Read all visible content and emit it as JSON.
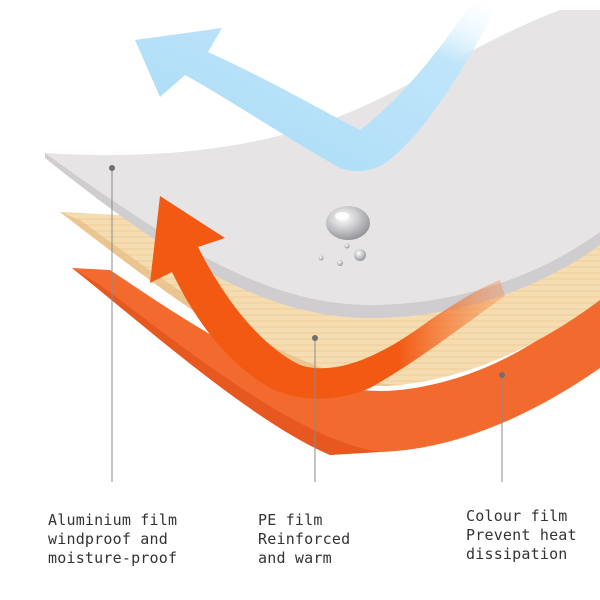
{
  "layers": [
    {
      "id": "aluminium",
      "name": "Aluminium film",
      "description": [
        "windproof and",
        "moisture-proof"
      ],
      "color": "#e6e4e5"
    },
    {
      "id": "pe",
      "name": "PE film",
      "description": [
        "Reinforced",
        "and warm"
      ],
      "color": "#f6ddb1"
    },
    {
      "id": "colour",
      "name": "Colour film",
      "description": [
        "Prevent heat",
        "dissipation"
      ],
      "color": "#f36a2e"
    }
  ],
  "arrows": {
    "cold_air_color": "#a9dbf7",
    "heat_color": "#f25a14"
  },
  "icons": [
    "water-droplet-icon"
  ]
}
